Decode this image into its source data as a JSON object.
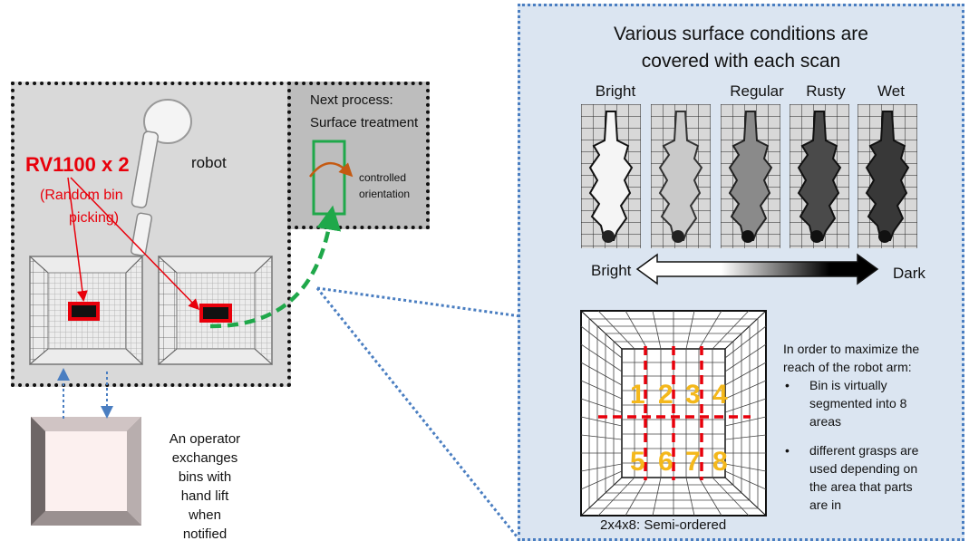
{
  "left": {
    "robot_name": "RV1100 x 2",
    "robot_note_line1": "(Random bin",
    "robot_note_line2": "picking)",
    "robot_label": "robot",
    "next_process_line1": "Next process:",
    "next_process_line2": "Surface treatment",
    "orientation_line1": "controlled",
    "orientation_line2": "orientation",
    "operator_lines": [
      "An operator",
      "exchanges",
      "bins with",
      "hand lift",
      "when",
      "notified"
    ]
  },
  "right": {
    "title_line1": "Various surface conditions are",
    "title_line2": "covered with each scan",
    "conditions": [
      "Bright",
      "Regular",
      "Rusty",
      "Wet"
    ],
    "gradient_left": "Bright",
    "gradient_right": "Dark",
    "segment_numbers": [
      "1",
      "2",
      "3",
      "4",
      "5",
      "6",
      "7",
      "8"
    ],
    "bin_caption": "2x4x8: Semi-ordered",
    "reach_heading_line1": "In order to maximize the",
    "reach_heading_line2": "reach of the robot arm:",
    "bullets": [
      [
        "Bin is virtually",
        "segmented into 8",
        "areas"
      ],
      [
        "different grasps are",
        "used depending on",
        "the area that parts",
        "are in"
      ]
    ]
  },
  "colors": {
    "red": "#e8000b",
    "green": "#1fa84a",
    "blue_dots": "#4a7ec1",
    "orange": "#f4b81c"
  }
}
